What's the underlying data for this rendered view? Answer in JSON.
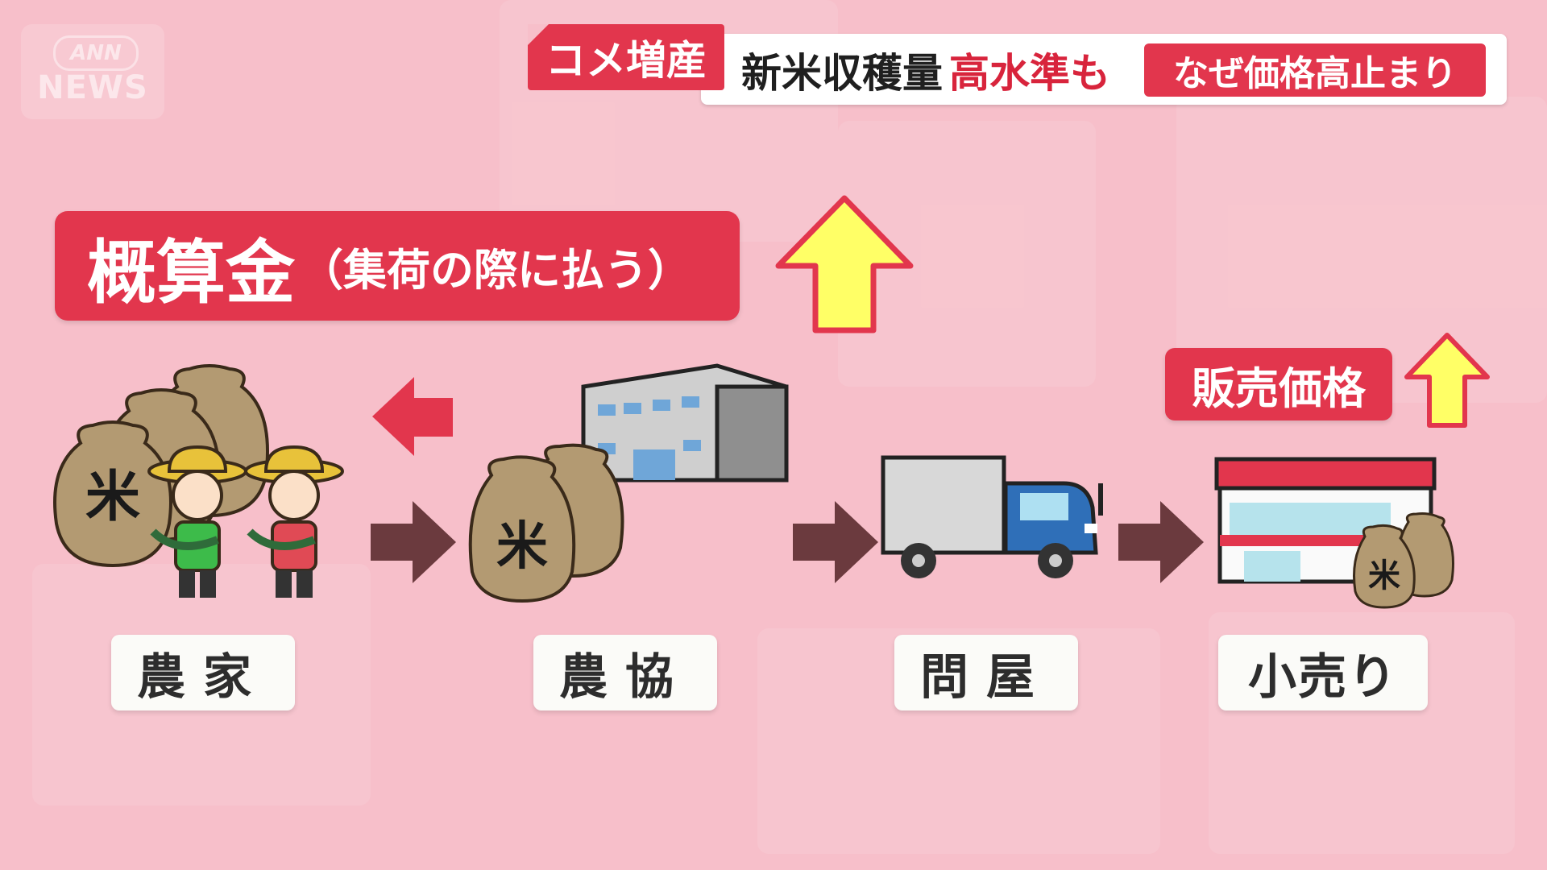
{
  "logo": {
    "line1": "ANN",
    "line2": "NEWS"
  },
  "headline": {
    "tag": "コメ増産",
    "text": "新米収穫量",
    "highlight": "高水準も",
    "question": "なぜ価格高止まり"
  },
  "labels": {
    "advance_payment_main": "概算金",
    "advance_payment_sub": "（集荷の際に払う）",
    "sale_price": "販売価格"
  },
  "stages": [
    {
      "label": "農家"
    },
    {
      "label": "農協"
    },
    {
      "label": "問屋"
    },
    {
      "label": "小売り"
    }
  ],
  "bag_kanji": "米",
  "colors": {
    "red": "#e2364d",
    "dark_arrow": "#6b3a3e",
    "yellow": "#ffff66",
    "bag": "#b39a72"
  }
}
